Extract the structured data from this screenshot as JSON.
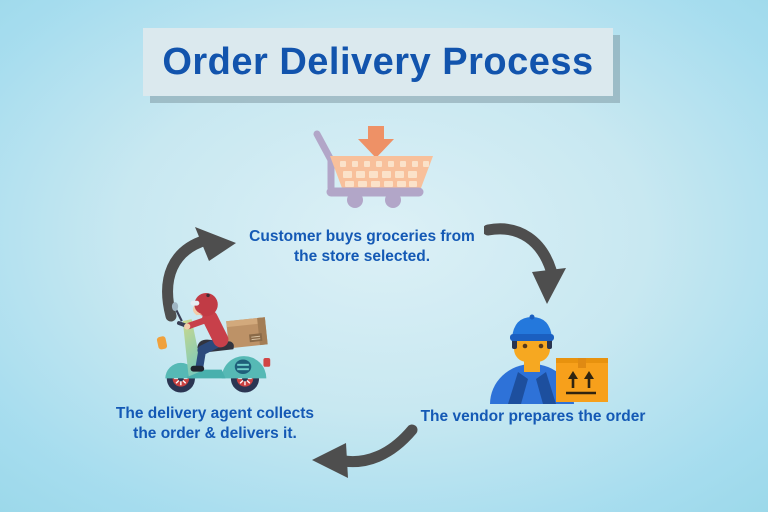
{
  "title": "Order Delivery Process",
  "steps": [
    {
      "name": "customer-step",
      "icon": "shopping-cart-icon",
      "lines": [
        "Customer buys groceries from",
        "the store selected."
      ]
    },
    {
      "name": "vendor-step",
      "icon": "vendor-icon",
      "lines": [
        "The vendor prepares the order"
      ]
    },
    {
      "name": "delivery-step",
      "icon": "delivery-scooter-icon",
      "lines": [
        "The delivery agent collects",
        "the order & delivers it."
      ]
    }
  ],
  "arrows": [
    {
      "name": "arrow-customer-to-vendor",
      "direction": "curves down-right toward vendor"
    },
    {
      "name": "arrow-vendor-to-delivery",
      "direction": "curves left toward delivery agent"
    },
    {
      "name": "arrow-delivery-to-customer",
      "direction": "curves up-right toward customer"
    }
  ],
  "colors": {
    "background_center": "#dcf0f6",
    "background_edge": "#8fd3e4",
    "title_box_bg": "#dbe9ee",
    "title_text": "#1254ad",
    "caption_text": "#1459b5",
    "cycle_arrow": "#4e4e4e",
    "cart_down_arrow": "#ee9166",
    "cart_basket": "#f8c09b",
    "cart_basket_slots": "#fbe2c9",
    "cart_frame": "#b2a6c8",
    "vendor_cap": "#2478dc",
    "vendor_skin": "#f6a821",
    "vendor_shirt": "#2e72d8",
    "vendor_box": "#f7a01b",
    "scooter_body": "#56b9b5",
    "scooter_shield_top": "#cdd98b",
    "helmet_shirt_red": "#c8404a",
    "rider_pants": "#2c4a7c",
    "parcel_brown": "#bd9267"
  }
}
